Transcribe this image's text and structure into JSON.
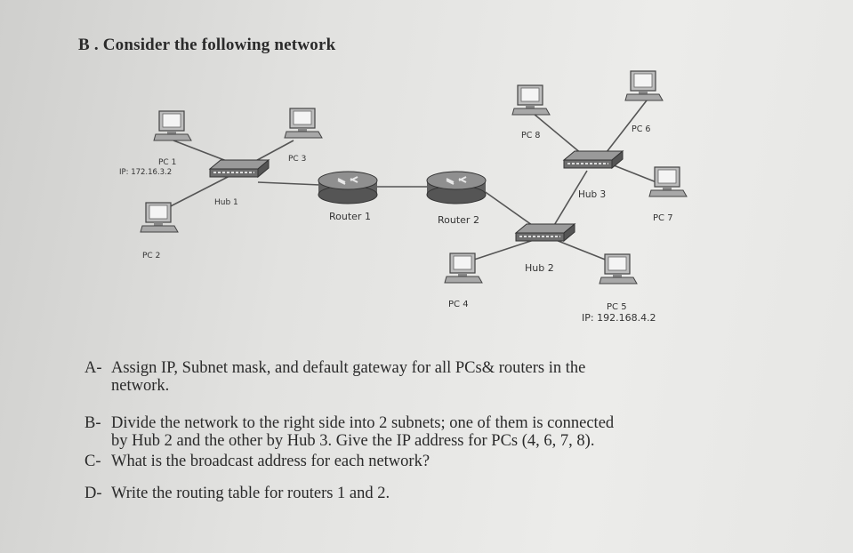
{
  "heading": "B . Consider the following network",
  "devices": {
    "pc1": "PC 1",
    "pc1_ip": "IP: 172.16.3.2",
    "pc2": "PC 2",
    "pc3": "PC 3",
    "pc4": "PC 4",
    "pc5": "PC 5",
    "pc5_ip": "IP: 192.168.4.2",
    "pc6": "PC 6",
    "pc7": "PC 7",
    "pc8": "PC 8",
    "hub1": "Hub 1",
    "hub2": "Hub 2",
    "hub3": "Hub 3",
    "router1": "Router 1",
    "router2": "Router 2"
  },
  "questions": [
    {
      "letter": "A-",
      "line1": "Assign IP, Subnet mask, and default gateway for all PCs& routers in the",
      "line2": "network."
    },
    {
      "letter": "B-",
      "line1": "Divide the network to the right side into 2 subnets; one of them is connected",
      "line2": "by Hub 2 and the other by Hub 3. Give the IP address for PCs (4, 6, 7, 8)."
    },
    {
      "letter": "C-",
      "line1": "What is the broadcast address for each network?"
    },
    {
      "letter": "D-",
      "line1": "Write the routing table for routers 1 and 2."
    }
  ]
}
